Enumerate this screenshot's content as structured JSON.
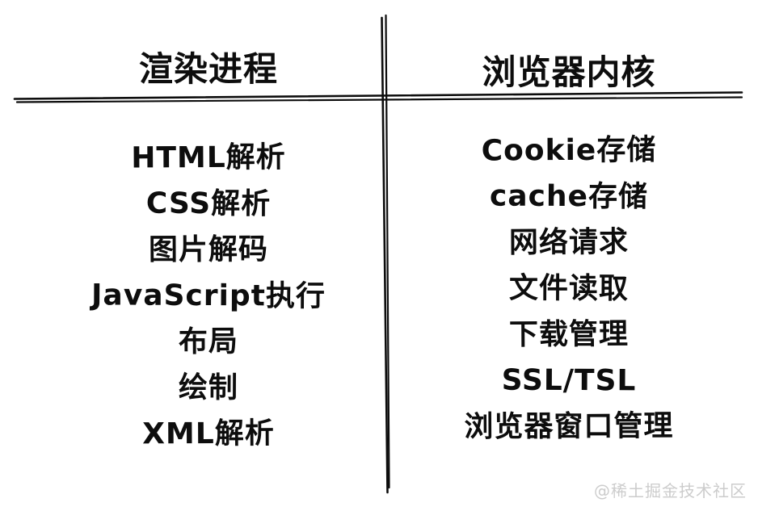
{
  "columns": [
    {
      "title": "渲染进程",
      "items": [
        "HTML解析",
        "CSS解析",
        "图片解码",
        "JavaScript执行",
        "布局",
        "绘制",
        "XML解析"
      ]
    },
    {
      "title": "浏览器内核",
      "items": [
        "Cookie存储",
        "cache存储",
        "网络请求",
        "文件读取",
        "下载管理",
        "SSL/TSL",
        "浏览器窗口管理"
      ]
    }
  ],
  "watermark": "@稀土掘金技术社区",
  "colors": {
    "ink": "#0d0d0d",
    "background": "#ffffff",
    "watermark": "#cccccc"
  }
}
